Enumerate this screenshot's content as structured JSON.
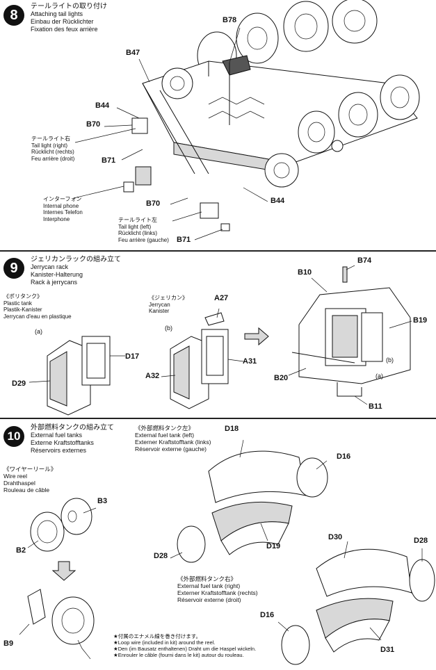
{
  "step8": {
    "number": "8",
    "title": [
      "テールライトの取り付け",
      "Attaching tail lights",
      "Einbau der Rücklichter",
      "Fixation des feux arrière"
    ],
    "parts": [
      "B78",
      "B47",
      "B44",
      "B70",
      "B71",
      "B70",
      "B44",
      "B71"
    ],
    "tail_right": [
      "テールライト右",
      "Tail light (right)",
      "Rücklicht (rechts)",
      "Feu arrière (droit)"
    ],
    "interphone": [
      "インターフォン",
      "Internal phone",
      "Internes Telefon",
      "Interphone"
    ],
    "tail_left": [
      "テールライト左",
      "Tail light (left)",
      "Rücklicht (links)",
      "Feu arrière (gauche)"
    ]
  },
  "step9": {
    "number": "9",
    "title": [
      "ジェリカンラックの組み立て",
      "Jerrycan rack",
      "Kanister-Halterung",
      "Rack à jerrycans"
    ],
    "poly": [
      "《ポリタンク》",
      "Plastic tank",
      "Plastik-Kanister",
      "Jerrycan d'eau en plastique"
    ],
    "jerry": [
      "《ジェリカン》",
      "Jerrycan",
      "Kanister"
    ],
    "sub_a": "(a)",
    "sub_b": "(b)",
    "sub_b2": "(b)",
    "sub_a2": "(a)",
    "parts": [
      "D17",
      "D29",
      "A27",
      "A31",
      "A32",
      "B74",
      "B10",
      "B19",
      "B20",
      "B11"
    ]
  },
  "step10": {
    "number": "10",
    "title": [
      "外部燃料タンクの組み立て",
      "External fuel tanks",
      "Externe Kraftstofftanks",
      "Réservoirs externes"
    ],
    "tank_left": [
      "《外部燃料タンク左》",
      "External fuel tank (left)",
      "Externer Kraftstofftank (links)",
      "Réservoir externe (gauche)"
    ],
    "wire": [
      "《ワイヤーリール》",
      "Wire reel",
      "Drahthaspel",
      "Rouleau de câble"
    ],
    "tank_right": [
      "《外部燃料タンク右》",
      "External fuel tank (right)",
      "Externer Kraftstofftank (rechts)",
      "Réservoir externe (droit)"
    ],
    "note": [
      "★付属のエナメル線を巻き付けます。",
      "★Loop wire (included in kit) around the reel.",
      "★Den (im Bausatz enthaltenen) Draht um die Haspel wickeln.",
      "★Enrouler le câble (fourni dans le kit) autour du rouleau."
    ],
    "parts": [
      "D18",
      "D16",
      "B3",
      "B2",
      "D28",
      "D19",
      "D30",
      "D28",
      "D16",
      "B9",
      "D31"
    ]
  }
}
